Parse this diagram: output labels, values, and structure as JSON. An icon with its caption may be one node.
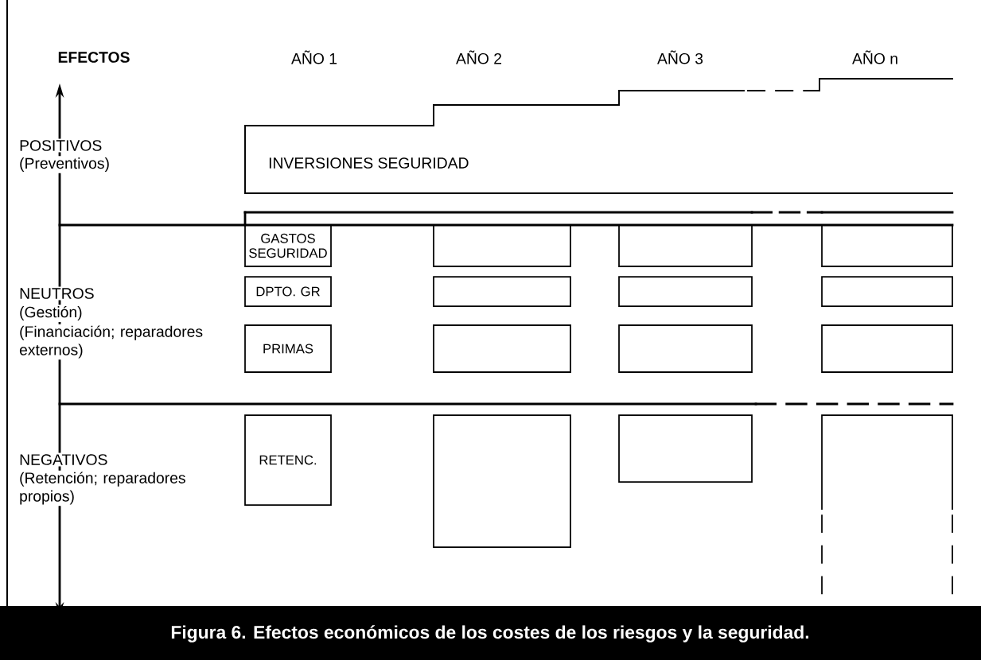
{
  "diagram": {
    "caption": "Figura 6. Efectos económicos de los costes de los riesgos y la seguridad.",
    "nodes": [
      {
        "text": [
          "INVERSIONES SEGURIDAD"
        ]
      },
      {
        "text": [
          "GASTOS SEGURIDAD"
        ]
      },
      {
        "text": [],
        "shape": "box"
      },
      {
        "text": [],
        "shape": "box"
      },
      {
        "text": [],
        "shape": "box"
      },
      {
        "text": [
          "DPTO. GR"
        ]
      },
      {
        "text": [],
        "shape": "box"
      },
      {
        "text": [],
        "shape": "box"
      },
      {
        "text": [],
        "shape": "box"
      },
      {
        "text": [
          "PRIMAS"
        ]
      },
      {
        "text": [],
        "shape": "box"
      },
      {
        "text": [],
        "shape": "box"
      },
      {
        "text": [],
        "shape": "box"
      },
      {
        "text": [
          "RETENC."
        ]
      },
      {
        "text": [],
        "shape": "box"
      },
      {
        "text": [],
        "shape": "box"
      },
      {
        "text": [],
        "shape": "box"
      }
    ],
    "labels": [
      "EFECTOS",
      "AÑO 1",
      "AÑO 2",
      "AÑO 3",
      "AÑO n",
      "POSITIVOS",
      "(Preventivos)",
      "NEUTROS",
      "(Gestión)",
      "(Financiación; reparadores externos)",
      "NEGATIVOS",
      "(Retención; reparadores propios)"
    ]
  }
}
